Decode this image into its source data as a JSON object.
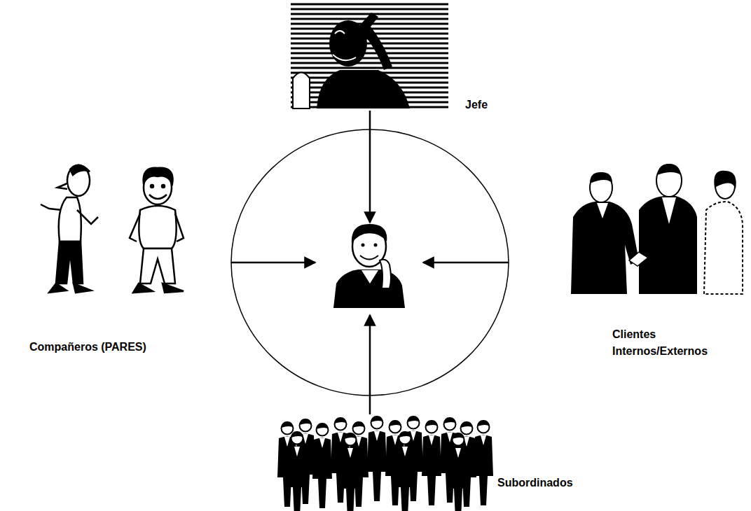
{
  "diagram": {
    "labels": [
      "Jefe",
      "Compañeros (PARES)",
      "Clientes Internos/Externos",
      "Subordinados"
    ]
  }
}
